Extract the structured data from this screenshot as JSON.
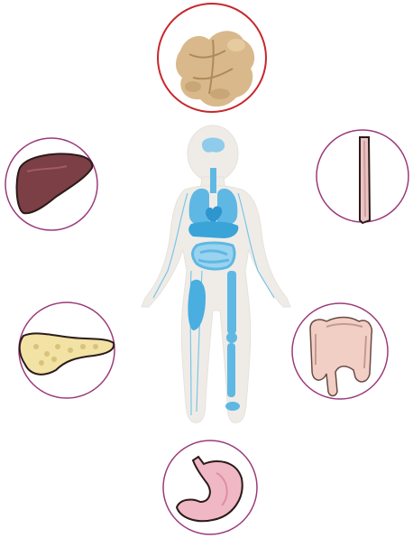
{
  "diagram": {
    "center": {
      "icon": "human-body-anatomy-icon"
    },
    "organs": [
      {
        "id": "ginger",
        "icon": "ginger-root-icon",
        "ring_color": "#c8262d"
      },
      {
        "id": "liver",
        "icon": "liver-icon",
        "ring_color": "#9b3a7a"
      },
      {
        "id": "esophagus",
        "icon": "esophagus-tube-icon",
        "ring_color": "#9b3a7a"
      },
      {
        "id": "pancreas",
        "icon": "pancreas-icon",
        "ring_color": "#9b3a7a"
      },
      {
        "id": "colon",
        "icon": "large-intestine-icon",
        "ring_color": "#9b3a7a"
      },
      {
        "id": "stomach",
        "icon": "stomach-icon",
        "ring_color": "#9b3a7a"
      }
    ],
    "colors": {
      "body_fill": "#efece7",
      "anatomy_blue": "#5fb8e3",
      "anatomy_blue_dark": "#2f95cf"
    }
  }
}
